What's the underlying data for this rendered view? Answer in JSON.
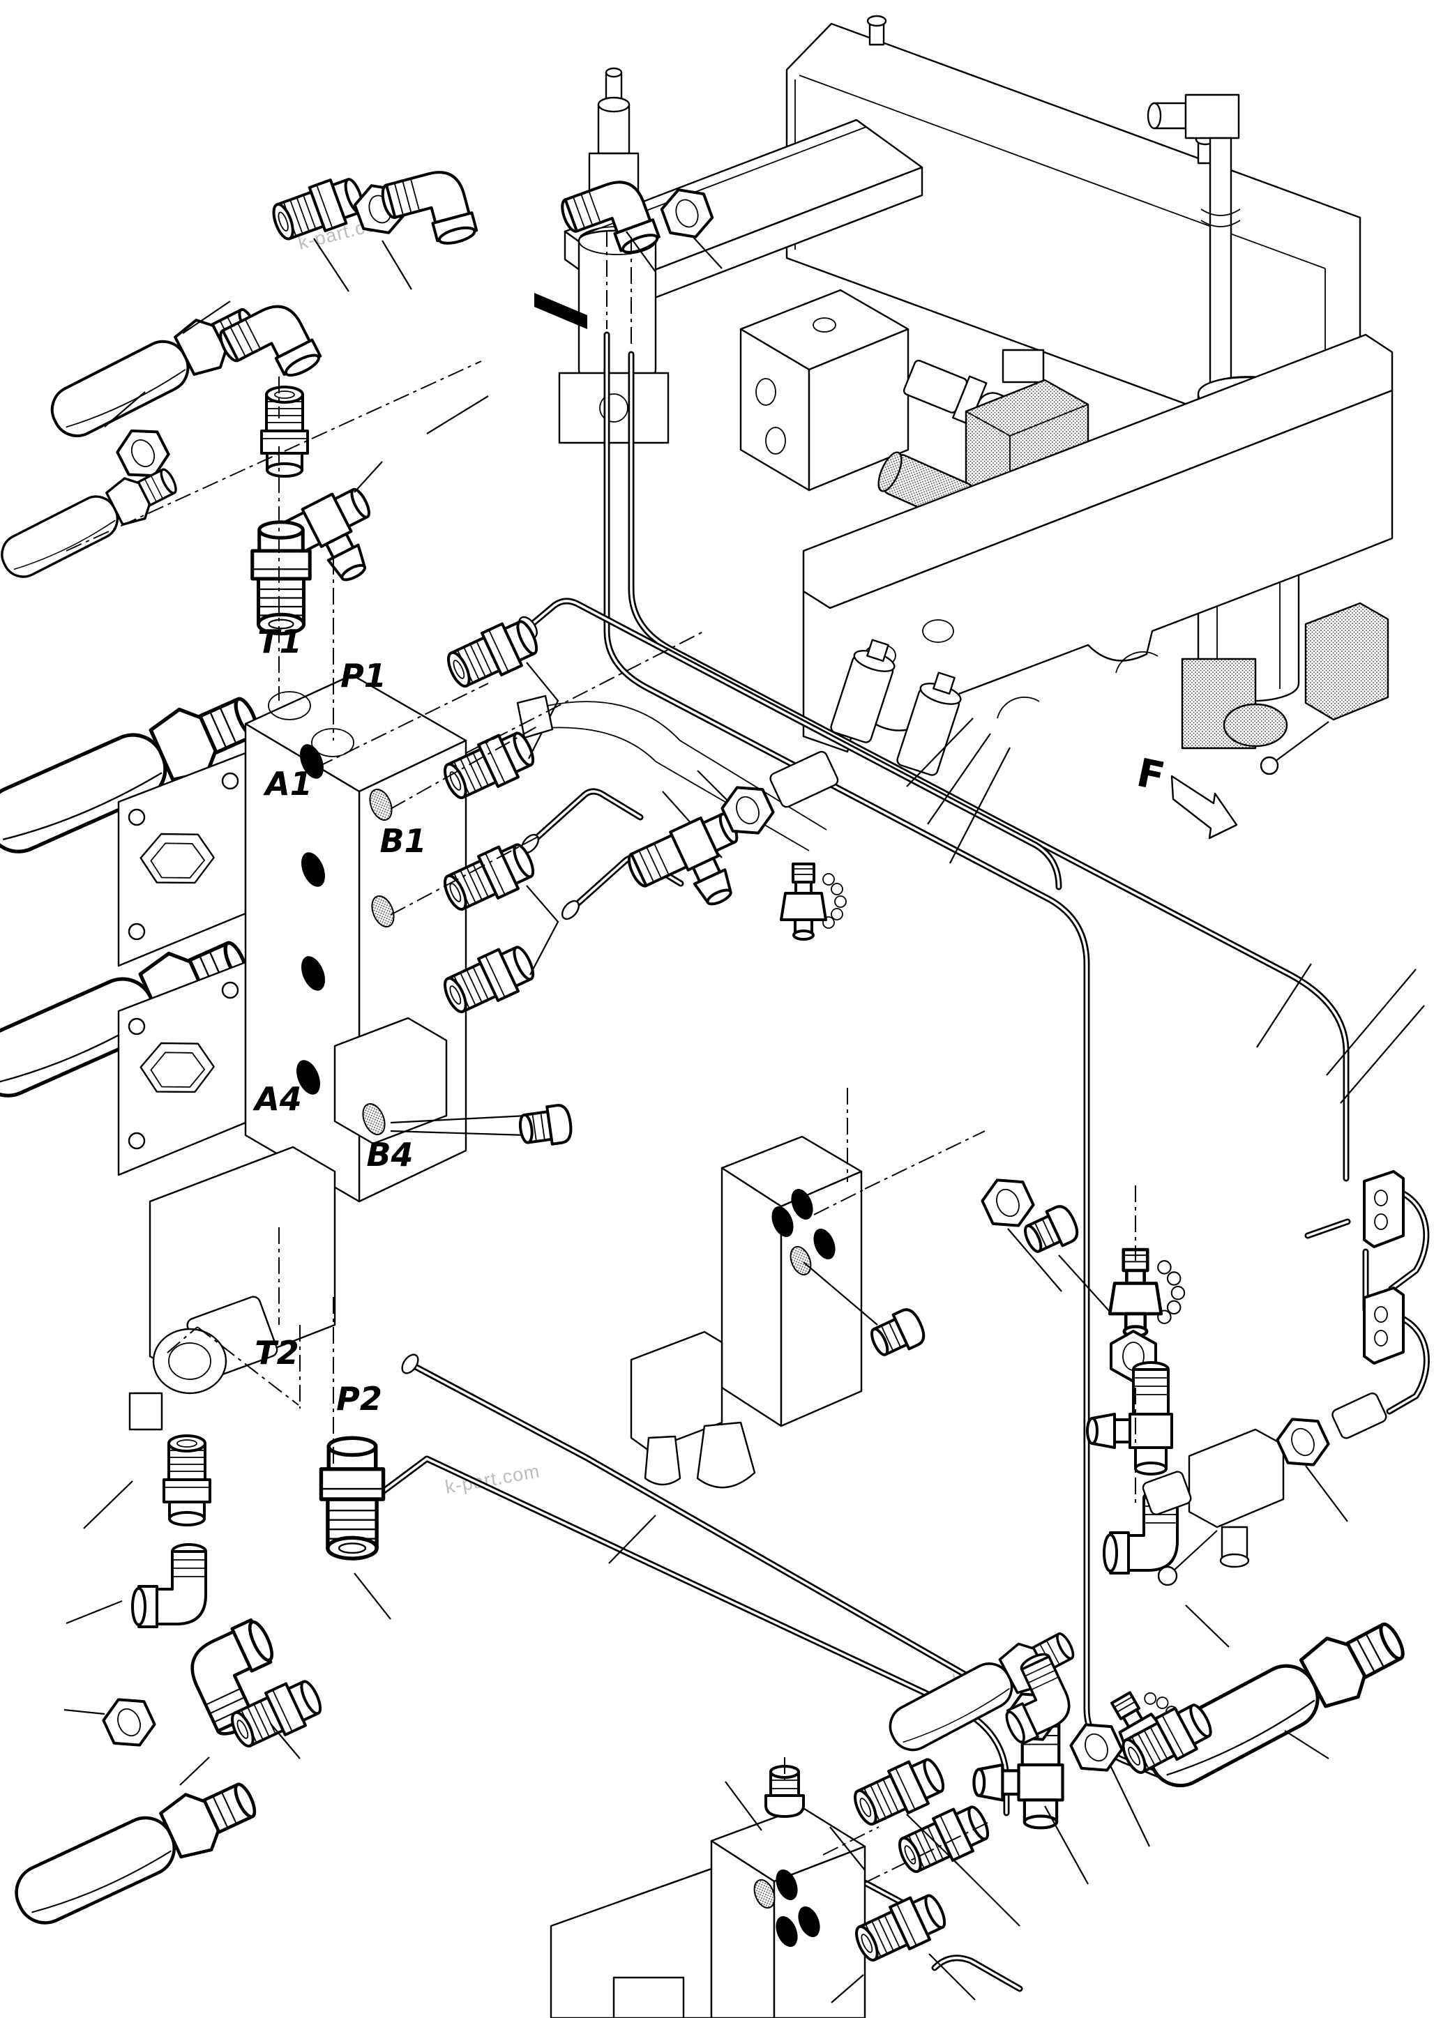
{
  "diagram": {
    "ports": {
      "t1": "T1",
      "p1": "P1",
      "a1": "A1",
      "b1": "B1",
      "a4": "A4",
      "b4": "B4",
      "t2": "T2",
      "p2": "P2"
    },
    "view_label": "F",
    "watermark_text": "k-part.com",
    "colors": {
      "line": "#000000",
      "background": "#ffffff",
      "watermark": "#bdbdbd",
      "port_black": "#000000",
      "stipple": "#555555"
    }
  }
}
